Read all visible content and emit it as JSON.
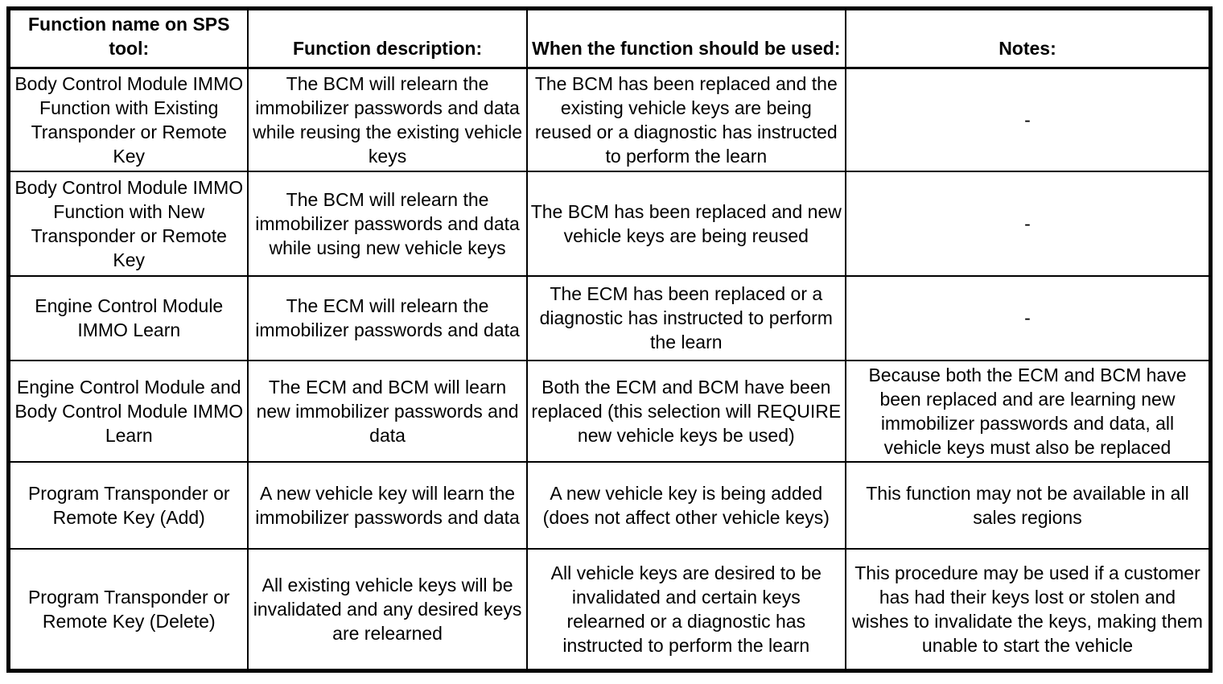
{
  "colors": {
    "text": "#000000",
    "border": "#000000",
    "background": "#ffffff"
  },
  "table": {
    "headers": [
      "Function name on SPS tool:",
      "Function description:",
      "When the function should be used:",
      "Notes:"
    ],
    "rows": [
      [
        "Body Control Module IMMO Function with Existing Transponder or Remote Key",
        "The BCM will relearn the immobilizer passwords and data while reusing the existing vehicle keys",
        "The BCM has been replaced and the existing vehicle keys are being reused or a diagnostic has instructed to perform the learn",
        "-"
      ],
      [
        "Body Control Module IMMO Function with New Transponder or Remote Key",
        "The BCM will relearn the immobilizer passwords and data while using new vehicle keys",
        "The BCM has been replaced and new vehicle keys are being reused",
        "-"
      ],
      [
        "Engine Control Module IMMO Learn",
        "The ECM will relearn the immobilizer passwords and data",
        "The ECM has been replaced or a diagnostic has instructed to perform the learn",
        "-"
      ],
      [
        "Engine Control Module and Body Control Module IMMO Learn",
        "The ECM and BCM will learn new immobilizer passwords and data",
        "Both the ECM and BCM have been replaced (this selection will REQUIRE new vehicle keys be used)",
        "Because both the ECM and BCM have been replaced and are learning new immobilizer passwords and data, all vehicle keys must also be replaced"
      ],
      [
        "Program Transponder or Remote Key (Add)",
        "A new vehicle key will learn the immobilizer passwords and data",
        "A new vehicle key is being added (does not affect other vehicle keys)",
        "This function may not be available in all sales regions"
      ],
      [
        "Program Transponder or Remote Key (Delete)",
        "All existing vehicle keys will be invalidated and any desired keys are relearned",
        "All vehicle keys are desired to be invalidated and certain keys relearned or a diagnostic has instructed to perform the learn",
        "This procedure may be used if a customer has had their keys lost or stolen and wishes to invalidate the keys, making them unable to start the vehicle"
      ]
    ]
  }
}
